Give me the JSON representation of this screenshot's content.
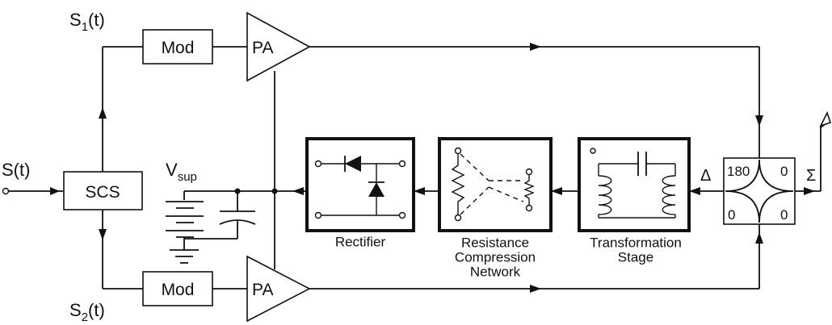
{
  "signals": {
    "s1": {
      "base": "S",
      "sub": "1",
      "suffix": "(t)"
    },
    "s2": {
      "base": "S",
      "sub": "2",
      "suffix": "(t)"
    },
    "input": "S(t)"
  },
  "blocks": {
    "scs": "SCS",
    "mod_top": "Mod",
    "mod_bottom": "Mod",
    "pa_top": "PA",
    "pa_bottom": "PA"
  },
  "supply": {
    "base": "V",
    "sub": "sup"
  },
  "stages": {
    "rectifier": [
      "Rectifier"
    ],
    "rcn": [
      "Resistance",
      "Compression",
      "Network"
    ],
    "transformation": [
      "Transformation",
      "Stage"
    ]
  },
  "hybrid": {
    "top_left": "180",
    "top_right": "0",
    "bottom_left": "0",
    "bottom_right": "0",
    "delta": "Δ",
    "sigma": "Σ"
  }
}
